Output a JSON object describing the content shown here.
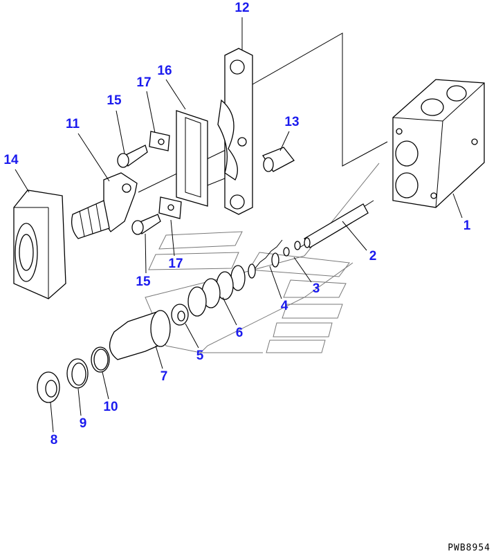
{
  "diagram": {
    "callouts": {
      "c1": "1",
      "c2": "2",
      "c3": "3",
      "c4": "4",
      "c5": "5",
      "c6": "6",
      "c7": "7",
      "c8": "8",
      "c9": "9",
      "c10": "10",
      "c11": "11",
      "c12": "12",
      "c13": "13",
      "c14": "14",
      "c15a": "15",
      "c15b": "15",
      "c16": "16",
      "c17a": "17",
      "c17b": "17"
    },
    "drawing_code": "PWB8954",
    "label_color": "#1a1aee"
  }
}
